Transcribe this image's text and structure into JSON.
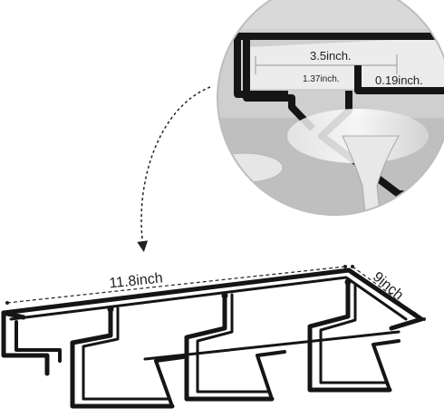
{
  "product": {
    "colors": {
      "frame": "#1b1b1b",
      "background": "#ffffff",
      "zoom_ring": "#bdbdbd",
      "zoom_bg": "#cfcfcf"
    },
    "icons": [
      "wine-glass-rack-icon",
      "magnifier-circle-icon",
      "dimension-arrow-icon"
    ]
  },
  "dimensions": {
    "length": "11.8inch",
    "width": "9inch"
  },
  "zoom": {
    "slot_width": "3.5inch.",
    "rail_width": "1.37inch.",
    "bar_thickness": "0.19inch."
  }
}
